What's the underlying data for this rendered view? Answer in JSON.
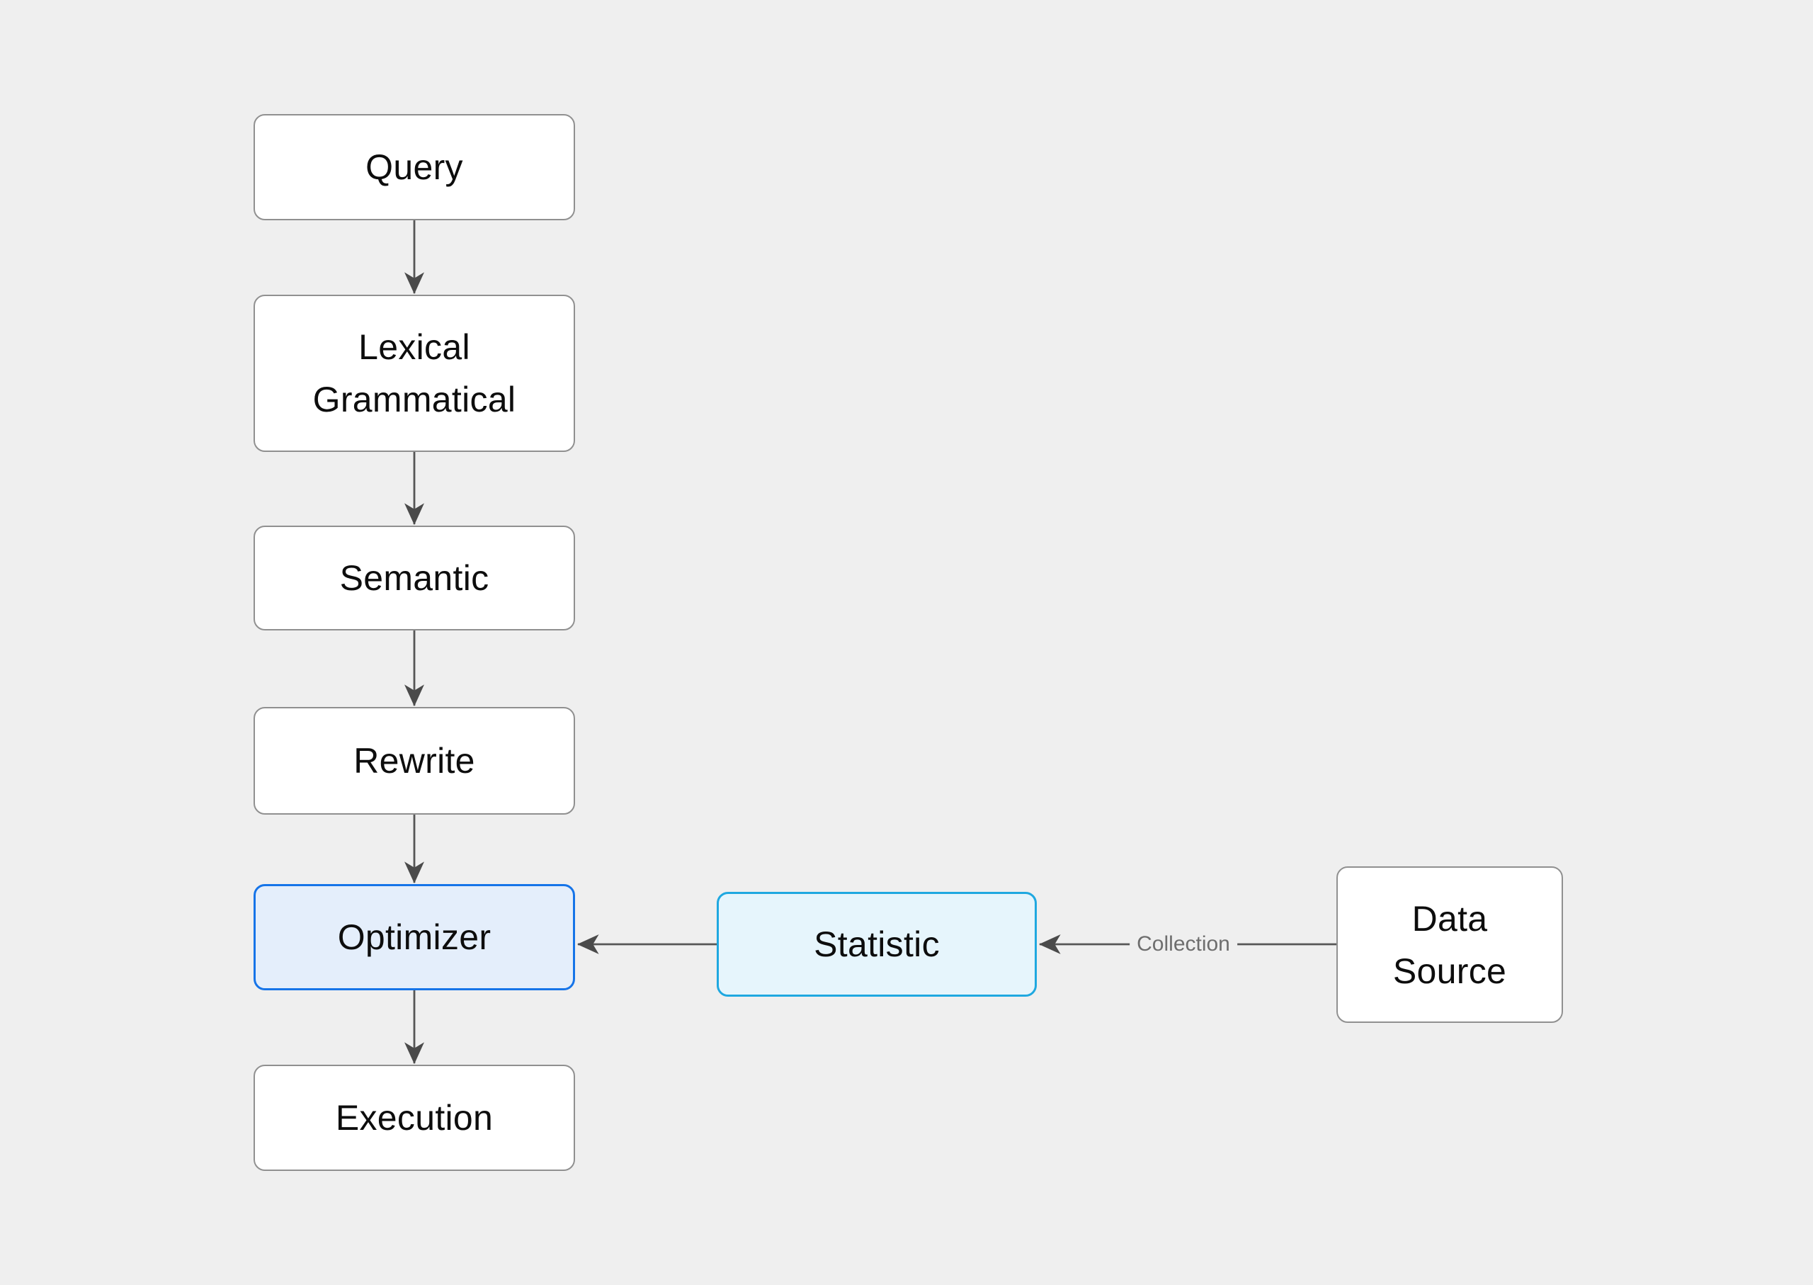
{
  "diagram": {
    "type": "flowchart",
    "background_color": "#efefef",
    "nodes": {
      "query": {
        "label": "Query",
        "fill": "#ffffff",
        "border_color": "#909090"
      },
      "lexical": {
        "label": "Lexical\nGrammatical",
        "fill": "#ffffff",
        "border_color": "#909090"
      },
      "semantic": {
        "label": "Semantic",
        "fill": "#ffffff",
        "border_color": "#909090"
      },
      "rewrite": {
        "label": "Rewrite",
        "fill": "#ffffff",
        "border_color": "#909090"
      },
      "optimizer": {
        "label": "Optimizer",
        "fill": "#e4eefb",
        "border_color": "#1674e8"
      },
      "execution": {
        "label": "Execution",
        "fill": "#ffffff",
        "border_color": "#909090"
      },
      "statistic": {
        "label": "Statistic",
        "fill": "#e6f5fc",
        "border_color": "#1fa8e0"
      },
      "data_source": {
        "label": "Data\nSource",
        "fill": "#ffffff",
        "border_color": "#909090"
      }
    },
    "edges": [
      {
        "from": "query",
        "to": "lexical",
        "label": ""
      },
      {
        "from": "lexical",
        "to": "semantic",
        "label": ""
      },
      {
        "from": "semantic",
        "to": "rewrite",
        "label": ""
      },
      {
        "from": "rewrite",
        "to": "optimizer",
        "label": ""
      },
      {
        "from": "optimizer",
        "to": "execution",
        "label": ""
      },
      {
        "from": "statistic",
        "to": "optimizer",
        "label": ""
      },
      {
        "from": "data_source",
        "to": "statistic",
        "label": "Collection"
      }
    ],
    "colors": {
      "connector_line": "#565656",
      "arrowhead": "#4a4a4a",
      "node_text": "#0d0d0d",
      "edge_label_text": "#6e6e6e"
    }
  }
}
